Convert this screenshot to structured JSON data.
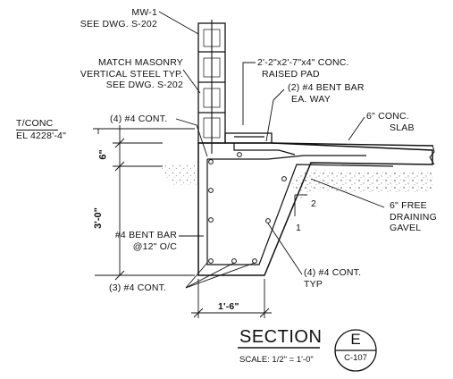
{
  "callouts": {
    "mw1": [
      "MW-1",
      "SEE DWG. S-202"
    ],
    "match_masonry": [
      "MATCH MASONRY",
      "VERTICAL STEEL TYP.",
      "SEE DWG. S-202"
    ],
    "raised_pad": [
      "2'-2\"x2'-7\"x4\" CONC.",
      "RAISED PAD"
    ],
    "bent_bar_each_way": [
      "(2) #4 BENT BAR",
      "EA. WAY"
    ],
    "conc_slab": [
      "6\" CONC.",
      "SLAB"
    ],
    "t_conc": [
      "T/CONC",
      "EL 4228'-4\""
    ],
    "four_cont_top": "(4) #4 CONT.",
    "bent_bar_12": [
      "#4  BENT BAR",
      "@12\" O/C"
    ],
    "three_cont": "(3) #4 CONT.",
    "four_cont_typ": [
      "(4) #4 CONT.",
      "TYP"
    ],
    "free_draining": [
      "6\" FREE",
      "DRAINING",
      "GAVEL"
    ],
    "slope_rise": "2",
    "slope_run": "1"
  },
  "dimensions": {
    "six_inch": "6\"",
    "three_ft": "3'-0\"",
    "one_six": "1'-6\""
  },
  "title_block": {
    "title": "SECTION",
    "scale": "SCALE: 1/2\" = 1'-0\"",
    "section_letter": "E",
    "sheet": "C-107"
  },
  "colors": {
    "ink": "#111111",
    "hatch": "#8a8a8a"
  }
}
